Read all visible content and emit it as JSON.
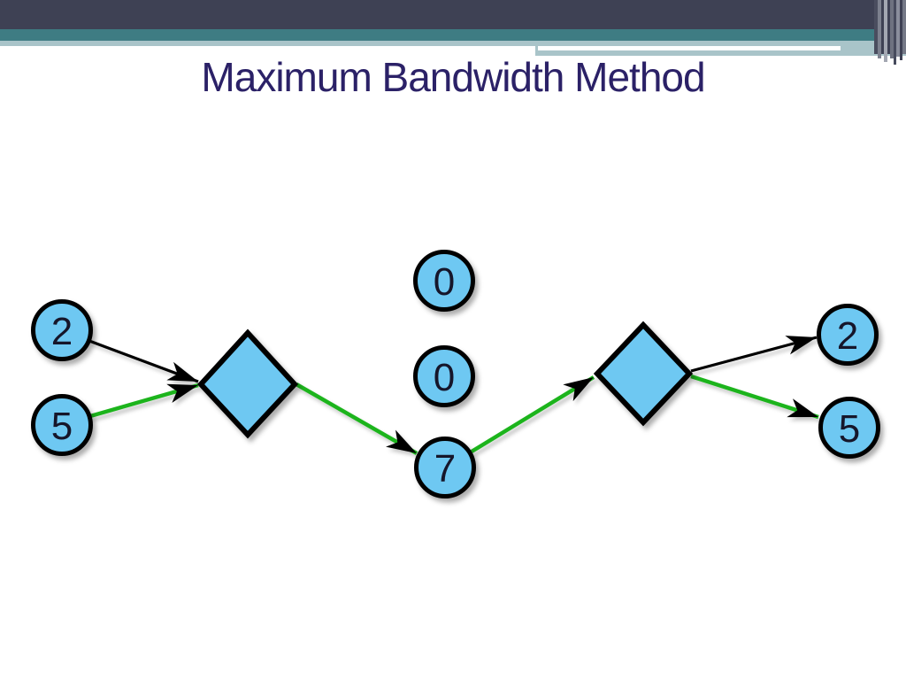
{
  "slide": {
    "title": "Maximum Bandwidth Method"
  },
  "theme": {
    "header_dark": "#3E4154",
    "header_teal": "#3E7C83",
    "header_light_band": "#A9C4C9",
    "title_color": "#2B2167",
    "node_fill": "#6EC8F2",
    "node_stroke": "#000000",
    "node_text_color": "#14142B",
    "edge_black": "#000000",
    "edge_green": "#1FB41F"
  },
  "diagram": {
    "nodes": [
      {
        "id": "source-top",
        "shape": "circle",
        "label": "2"
      },
      {
        "id": "source-bottom",
        "shape": "circle",
        "label": "5"
      },
      {
        "id": "router-left",
        "shape": "diamond",
        "label": ""
      },
      {
        "id": "middle-top",
        "shape": "circle",
        "label": "0"
      },
      {
        "id": "middle-center",
        "shape": "circle",
        "label": "0"
      },
      {
        "id": "middle-bottom",
        "shape": "circle",
        "label": "7"
      },
      {
        "id": "router-right",
        "shape": "diamond",
        "label": ""
      },
      {
        "id": "dest-top",
        "shape": "circle",
        "label": "2"
      },
      {
        "id": "dest-bottom",
        "shape": "circle",
        "label": "5"
      }
    ],
    "edges": [
      {
        "from": "source-top",
        "to": "router-left",
        "color": "black",
        "arrow": true
      },
      {
        "from": "source-bottom",
        "to": "router-left",
        "color": "green",
        "arrow": true
      },
      {
        "from": "router-left",
        "to": "middle-bottom",
        "color": "green",
        "arrow": true
      },
      {
        "from": "middle-bottom",
        "to": "router-right",
        "color": "green",
        "arrow": true
      },
      {
        "from": "router-right",
        "to": "dest-top",
        "color": "black",
        "arrow": true
      },
      {
        "from": "router-right",
        "to": "dest-bottom",
        "color": "green",
        "arrow": true
      }
    ]
  }
}
